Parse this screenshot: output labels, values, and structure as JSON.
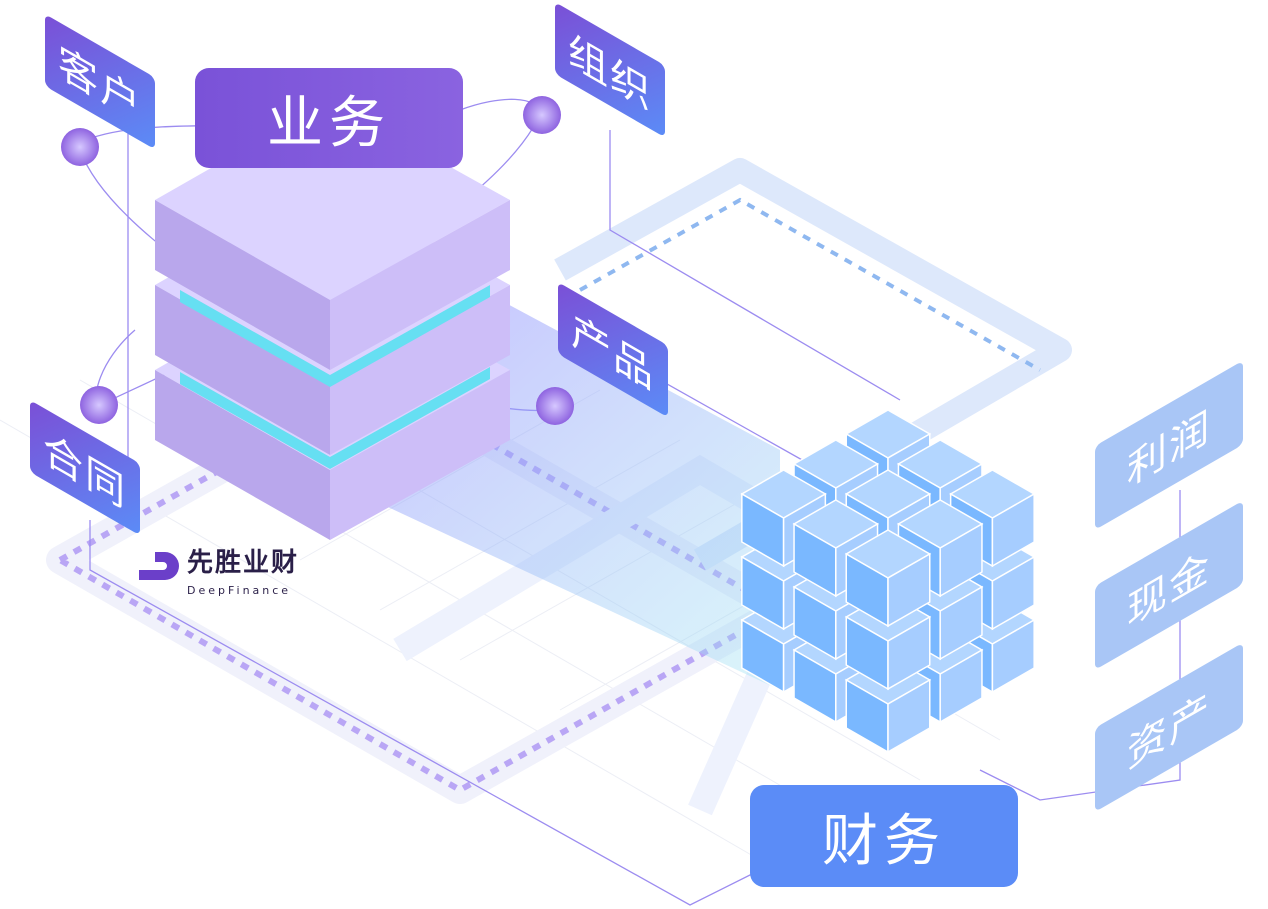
{
  "labels": {
    "customer": "客户",
    "contract": "合同",
    "organization": "组织",
    "product": "产品",
    "profit": "利润",
    "cash": "现金",
    "assets": "资产"
  },
  "main_boxes": {
    "business": "业务",
    "finance": "财务"
  },
  "logo": {
    "name_cn": "先胜业财",
    "name_en": "DeepFinance"
  },
  "colors": {
    "purple": "#7b4fd6",
    "blue": "#5b8cf7",
    "light_blue": "#a9c6f6",
    "cube": "#7ab8ff",
    "server": "#b9a7ec",
    "cyan": "#66dff2"
  }
}
